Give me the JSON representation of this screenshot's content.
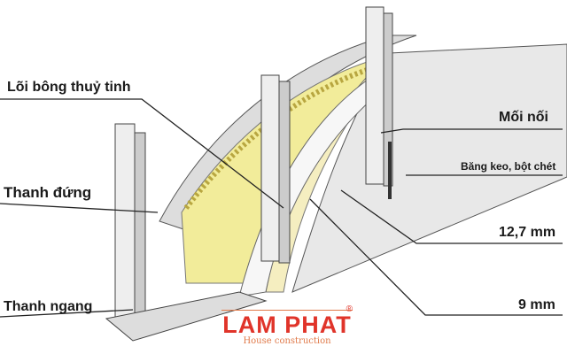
{
  "labels": {
    "glass_wool_core": "Lõi bông thuỷ tinh",
    "vertical_stud": "Thanh đứng",
    "horizontal_track": "Thanh ngang",
    "joint": "Mối nối",
    "tape_putty": "Băng keo, bột chét",
    "board_12_7": "12,7 mm",
    "board_9": "9 mm"
  },
  "logo": {
    "brand": "LAM PHAT",
    "tagline": "House construction",
    "mark": "®"
  },
  "colors": {
    "insulation": "#f2ec9a",
    "board_face": "#e8e8e8",
    "logo": "#e0342a"
  }
}
